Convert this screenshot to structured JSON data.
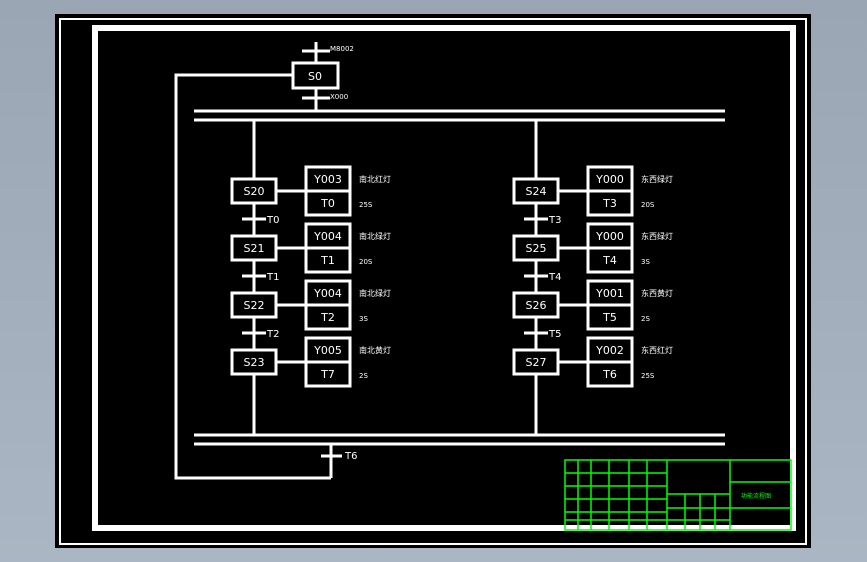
{
  "initial_step": {
    "label": "S0",
    "input": "M8002",
    "exit": "X000"
  },
  "branches": [
    {
      "steps": [
        {
          "step": "S20",
          "output": "Y003",
          "timer": "T0",
          "desc": "南北红灯",
          "time": "25S",
          "transition": "T0"
        },
        {
          "step": "S21",
          "output": "Y004",
          "timer": "T1",
          "desc": "南北绿灯",
          "time": "20S",
          "transition": "T1"
        },
        {
          "step": "S22",
          "output": "Y004",
          "timer": "T2",
          "desc": "南北绿灯",
          "time": "3S",
          "transition": "T2"
        },
        {
          "step": "S23",
          "output": "Y005",
          "timer": "T7",
          "desc": "南北黄灯",
          "time": "2S"
        }
      ]
    },
    {
      "steps": [
        {
          "step": "S24",
          "output": "Y000",
          "timer": "T3",
          "desc": "东西绿灯",
          "time": "20S",
          "transition": "T3"
        },
        {
          "step": "S25",
          "output": "Y000",
          "timer": "T4",
          "desc": "东西绿灯",
          "time": "3S",
          "transition": "T4"
        },
        {
          "step": "S26",
          "output": "Y001",
          "timer": "T5",
          "desc": "东西黄灯",
          "time": "2S",
          "transition": "T5"
        },
        {
          "step": "S27",
          "output": "Y002",
          "timer": "T6",
          "desc": "东西红灯",
          "time": "25S"
        }
      ]
    }
  ],
  "final_transition": "T6",
  "title_block": {
    "drawing_title": "功能流程图"
  }
}
